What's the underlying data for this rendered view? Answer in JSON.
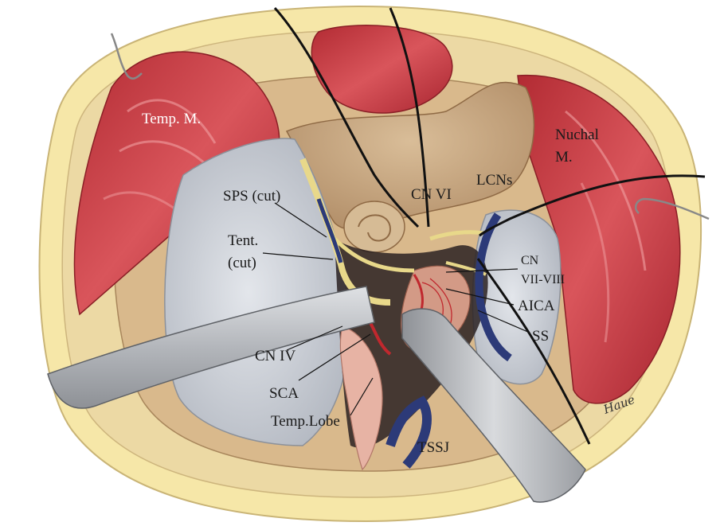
{
  "labels": {
    "temp_m": "Temp. M.",
    "nuchal_m_line1": "Nuchal",
    "nuchal_m_line2": "M.",
    "sps_cut": "SPS (cut)",
    "tent_cut_line1": "Tent.",
    "tent_cut_line2": "(cut)",
    "cn_vi": "CN VI",
    "lcns": "LCNs",
    "cn_vii_viii_line1": "CN",
    "cn_vii_viii_line2": "VII-VIII",
    "aica": "AICA",
    "ss": "SS",
    "cn_iv": "CN IV",
    "sca": "SCA",
    "temp_lobe": "Temp.Lobe",
    "tssj": "TSSJ"
  },
  "signature": "Haue",
  "colors": {
    "skin_outer": "#f6e7a8",
    "skin_inner": "#ead9a6",
    "bone": "#cdb08e",
    "bone_dark": "#b08c66",
    "muscle": "#c2343c",
    "muscle_light": "#e07a7e",
    "dura": "#cfd4dc",
    "dura_shade": "#a9aeb8",
    "sinus": "#2c3a78",
    "nerve": "#e8d88a",
    "artery": "#c0282e",
    "brainstem": "#d9a08a",
    "retractor": "#b9bcc2",
    "retractor_edge": "#6f7277"
  }
}
